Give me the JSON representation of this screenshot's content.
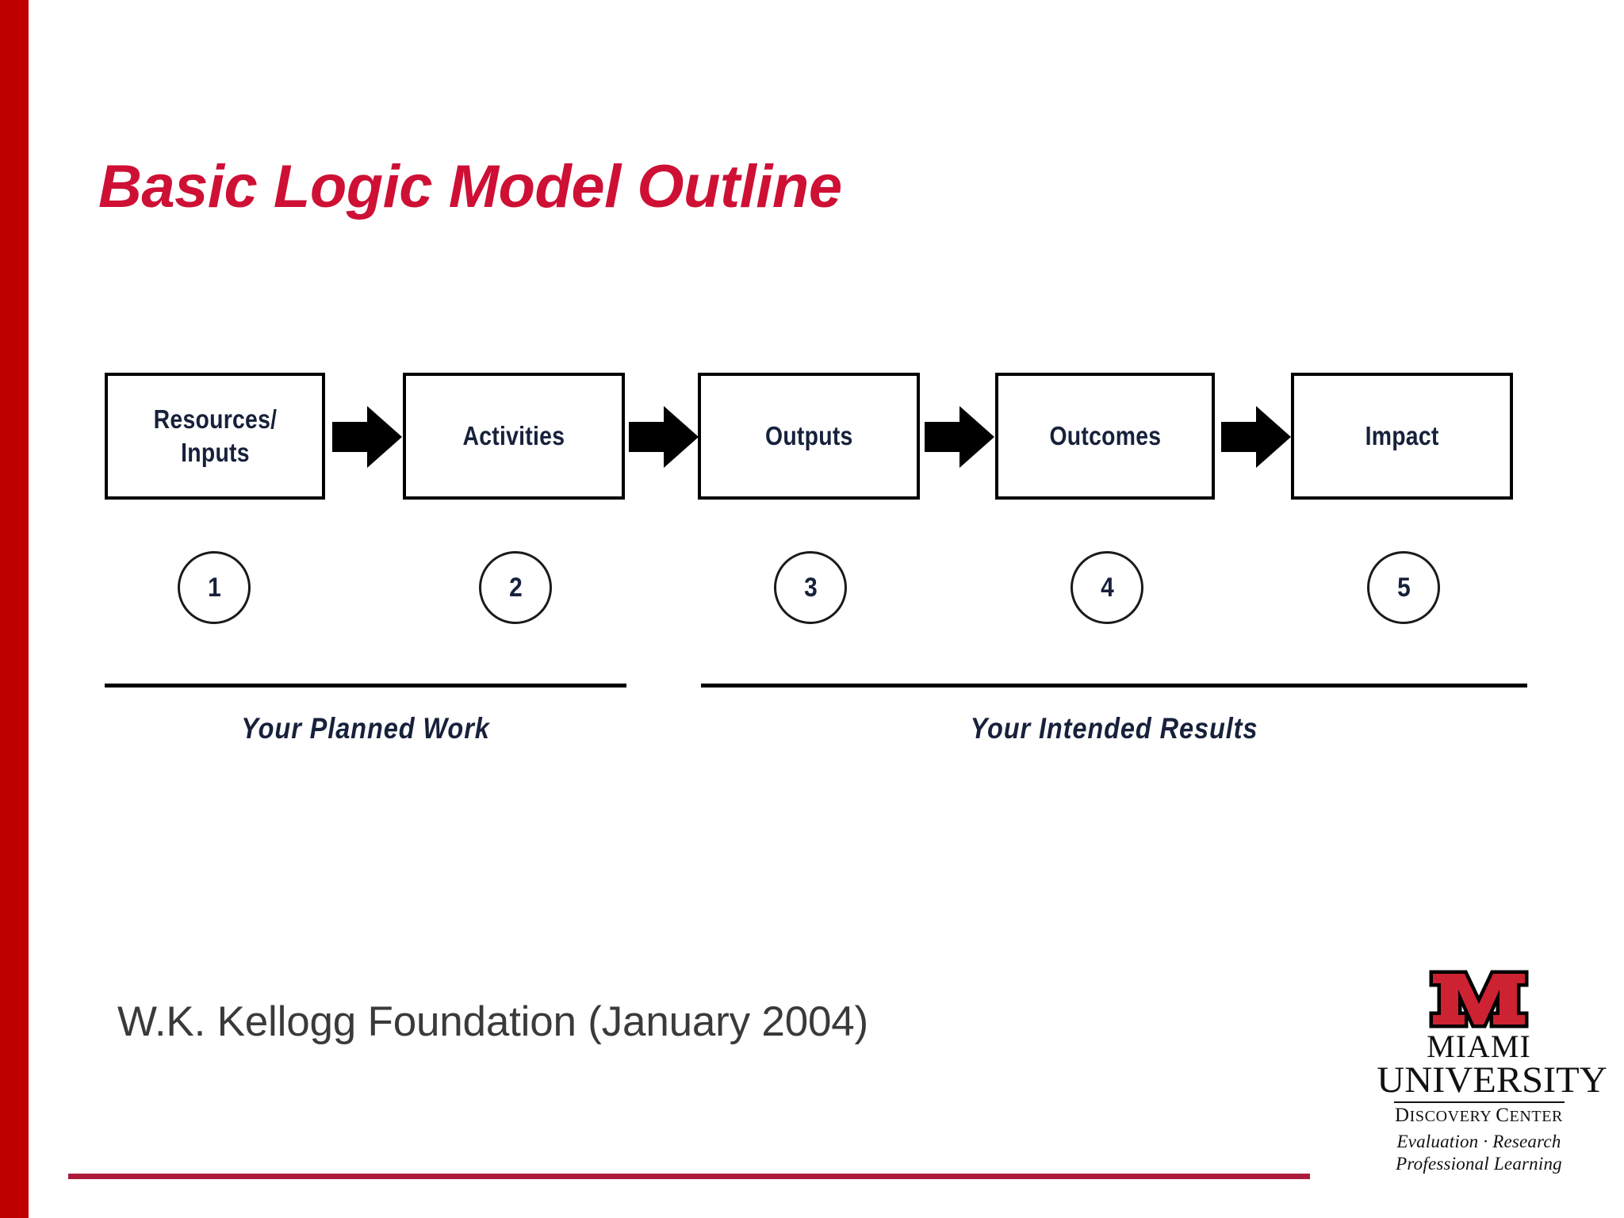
{
  "slide": {
    "title": "Basic Logic Model Outline",
    "source_note": "W.K. Kellogg Foundation (January 2004)",
    "accent_red": "#CE1035",
    "sidebar_red": "#BE0000",
    "rule_red": "#AD1B3C"
  },
  "diagram": {
    "type": "flow",
    "boxes": [
      {
        "id": 1,
        "label": "Resources/\nInputs"
      },
      {
        "id": 2,
        "label": "Activities"
      },
      {
        "id": 3,
        "label": "Outputs"
      },
      {
        "id": 4,
        "label": "Outcomes"
      },
      {
        "id": 5,
        "label": "Impact"
      }
    ],
    "arrows": [
      {
        "from": 1,
        "to": 2
      },
      {
        "from": 2,
        "to": 3
      },
      {
        "from": 3,
        "to": 4
      },
      {
        "from": 4,
        "to": 5
      }
    ],
    "step_numbers": [
      "1",
      "2",
      "3",
      "4",
      "5"
    ],
    "groups": [
      {
        "id": "planned-work",
        "caption": "Your Planned Work",
        "covers": [
          1,
          2
        ]
      },
      {
        "id": "intended-results",
        "caption": "Your Intended Results",
        "covers": [
          3,
          4,
          5
        ]
      }
    ]
  },
  "logo": {
    "mark": "miami-m-icon",
    "name_line1": "MIAMI",
    "name_line2": "UNIVERSITY",
    "subunit": "DISCOVERY CENTER",
    "subunit_caps": "D",
    "subunit_rest": "ISCOVERY ",
    "subunit_caps2": "C",
    "subunit_rest2": "ENTER",
    "tagline_line1": "Evaluation · Research",
    "tagline_line2": "Professional Learning",
    "mark_color": "#CC2232",
    "mark_outline": "#000000"
  }
}
